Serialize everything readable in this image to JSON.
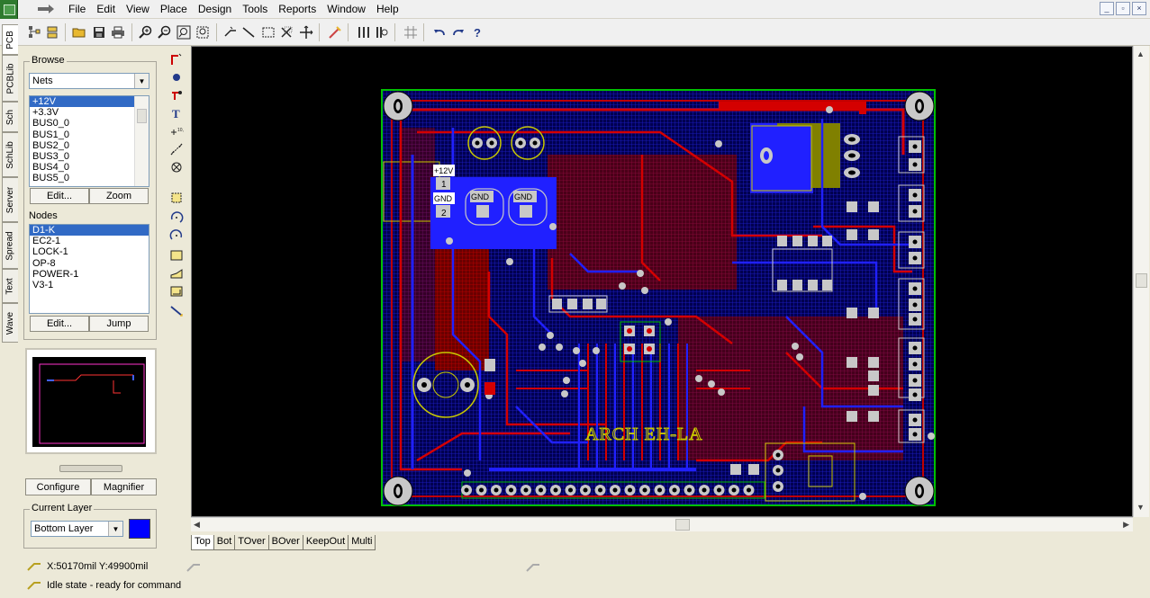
{
  "menu": [
    "File",
    "Edit",
    "View",
    "Place",
    "Design",
    "Tools",
    "Reports",
    "Window",
    "Help"
  ],
  "window_controls": [
    "_",
    "▫",
    "×"
  ],
  "side_tabs": [
    "PCB",
    "PCBLib",
    "Sch",
    "SchLib",
    "Server",
    "Spread",
    "Text",
    "Wave"
  ],
  "browse": {
    "label": "Browse",
    "selected": "Nets",
    "items": [
      "+12V",
      "+3.3V",
      "BUS0_0",
      "BUS1_0",
      "BUS2_0",
      "BUS3_0",
      "BUS4_0",
      "BUS5_0"
    ],
    "edit": "Edit...",
    "zoom": "Zoom"
  },
  "nodes": {
    "label": "Nodes",
    "items": [
      "D1-K",
      "EC2-1",
      "LOCK-1",
      "OP-8",
      "POWER-1",
      "V3-1"
    ],
    "edit": "Edit...",
    "jump": "Jump"
  },
  "buttons": {
    "configure": "Configure",
    "magnifier": "Magnifier"
  },
  "current_layer": {
    "label": "Current Layer",
    "value": "Bottom Layer",
    "color": "#0000ff"
  },
  "layer_tabs": [
    "Top",
    "Bot",
    "TOver",
    "BOver",
    "KeepOut",
    "Multi"
  ],
  "status": {
    "coords": "X:50170mil Y:49900mil",
    "state": "Idle state - ready for command"
  },
  "board": {
    "labels": {
      "net": "+12V",
      "pin1": "1",
      "gnd1": "GND",
      "pin2": "2",
      "gnd2": "GND",
      "gnd3": "GND",
      "silk": "ARCH EH-LA"
    },
    "colors": {
      "outline": "#00c000",
      "top": "#d40000",
      "bottom": "#2020ff",
      "silk": "#c8c800",
      "pad": "#c8c8c8"
    }
  }
}
